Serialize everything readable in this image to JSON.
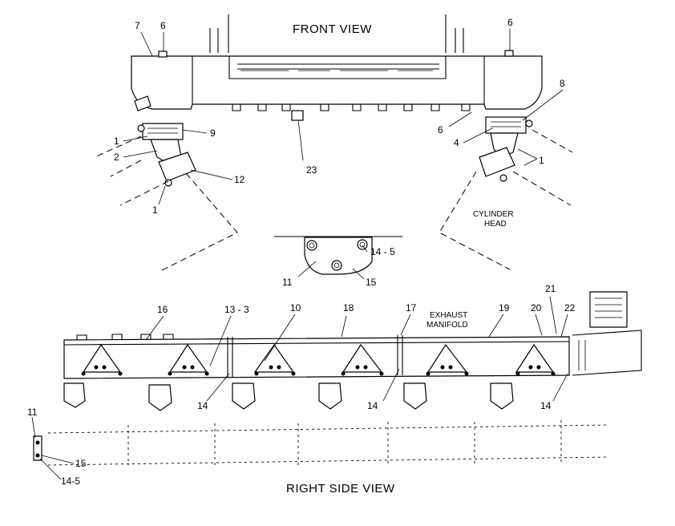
{
  "views": {
    "front": "FRONT VIEW",
    "right_side": "RIGHT SIDE VIEW"
  },
  "notes": {
    "cylinder_head": [
      "CYLINDER",
      "HEAD"
    ],
    "exhaust_manifold": [
      "EXHAUST",
      "MANIFOLD"
    ]
  },
  "callouts": {
    "front": [
      "7",
      "6",
      "6",
      "8",
      "9",
      "1",
      "2",
      "12",
      "1",
      "23",
      "6",
      "4",
      "1"
    ],
    "detail": [
      "14 - 5",
      "11",
      "15"
    ],
    "side": [
      "16",
      "13 - 3",
      "10",
      "18",
      "17",
      "19",
      "20",
      "21",
      "22",
      "14",
      "14",
      "14"
    ],
    "end": [
      "11",
      "15",
      "14-5"
    ]
  }
}
